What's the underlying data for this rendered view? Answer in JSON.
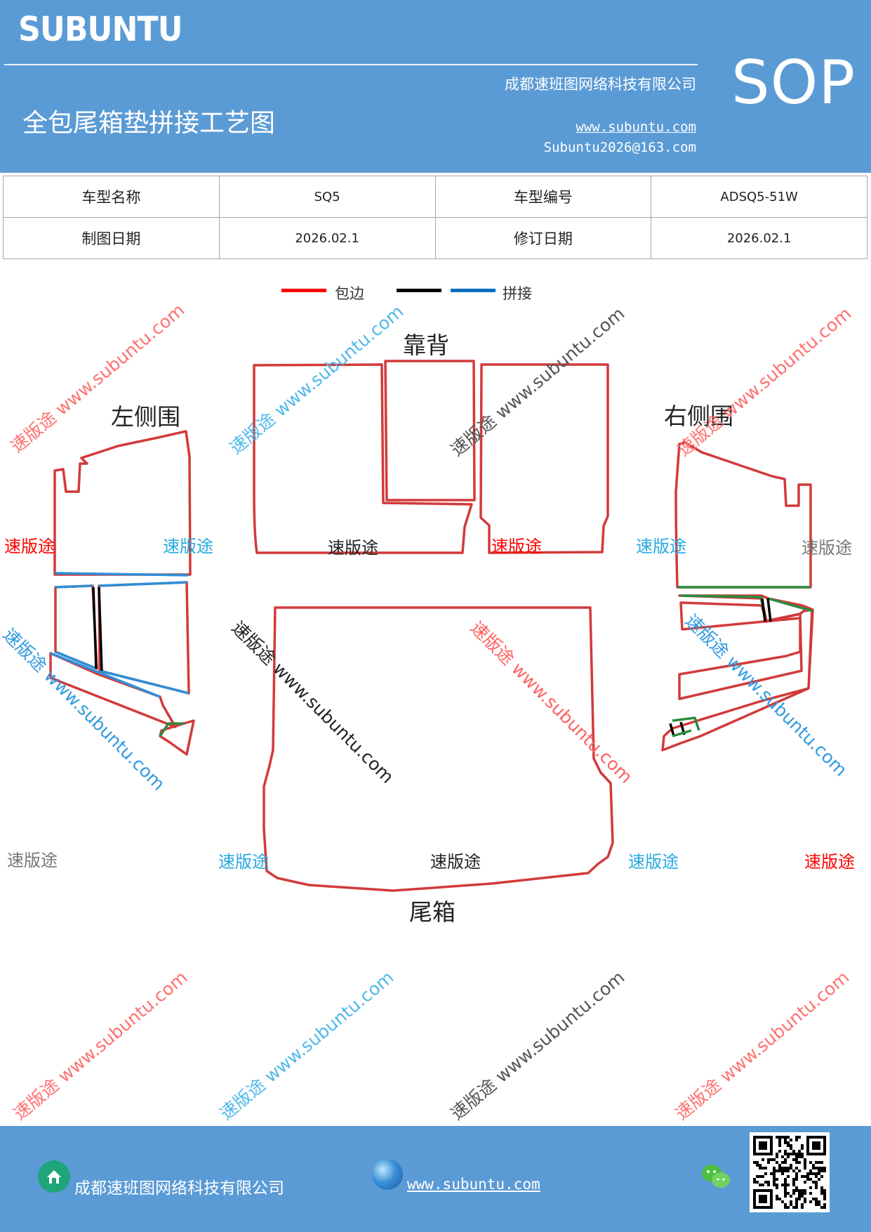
{
  "header": {
    "logo": "SUBUNTU",
    "title": "全包尾箱垫拼接工艺图",
    "company": "成都速班图网络科技有限公司",
    "website": "www.subuntu.com",
    "email": "Subuntu2026@163.com",
    "badge": "SOP",
    "bg_color": "#5b9bd5"
  },
  "info_table": {
    "row1": {
      "label1": "车型名称",
      "value1": "SQ5",
      "label2": "车型编号",
      "value2": "ADSQ5-51W"
    },
    "row2": {
      "label1": "制图日期",
      "value1": "2026.02.1",
      "label2": "修订日期",
      "value2": "2026.02.1"
    }
  },
  "legend": {
    "edge_label": "包边",
    "join_label": "拼接",
    "colors": {
      "edge": "#ff0000",
      "black": "#000000",
      "join": "#0070c0"
    }
  },
  "parts": {
    "backrest": "靠背",
    "left_side": "左侧围",
    "right_side": "右侧围",
    "trunk": "尾箱"
  },
  "watermarks": {
    "brand": "速版途",
    "url": "www.subuntu.com",
    "combo": "速版途 www.subuntu.com"
  },
  "footer": {
    "company": "成都速班图网络科技有限公司",
    "website": "www.subuntu.com",
    "home_icon": "home-icon",
    "globe_icon": "globe-icon",
    "wechat_icon": "wechat-icon",
    "qr_icon": "qr-code"
  }
}
